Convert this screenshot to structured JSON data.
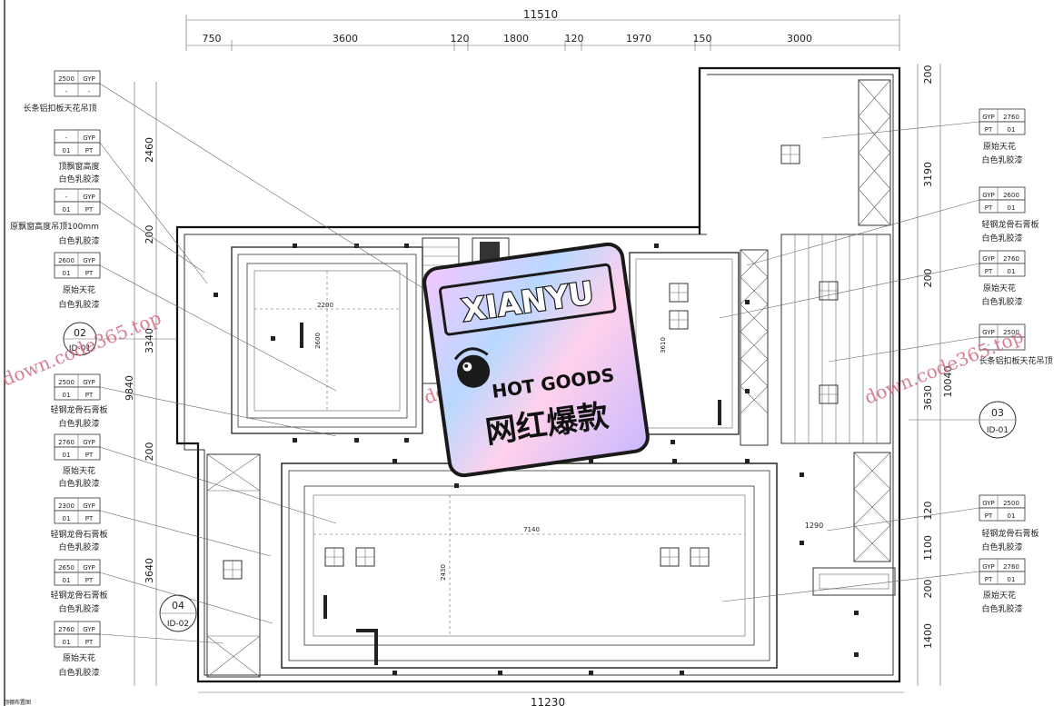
{
  "dimensions": {
    "top_total": "11510",
    "top_segments": [
      "750",
      "3600",
      "120",
      "1800",
      "120",
      "1970",
      "150",
      "3000"
    ],
    "bottom_total": "11230",
    "left_segments": [
      "2460",
      "200",
      "3340",
      "9840",
      "200",
      "3640"
    ],
    "right_segments": [
      "200",
      "3190",
      "200",
      "3630",
      "10040",
      "120",
      "1100",
      "200",
      "1400"
    ]
  },
  "left_annotations": [
    {
      "tag": [
        "2500",
        "GYP",
        "-",
        "-"
      ],
      "desc": [
        "长条铝扣板天花吊顶"
      ]
    },
    {
      "tag": [
        "-",
        "GYP",
        "01",
        "PT"
      ],
      "desc": [
        "顶飘窗高度",
        "白色乳胶漆"
      ]
    },
    {
      "tag": [
        "-",
        "GYP",
        "01",
        "PT"
      ],
      "desc": [
        "原飘窗高度吊顶100mm",
        "白色乳胶漆"
      ]
    },
    {
      "tag": [
        "2600",
        "GYP",
        "01",
        "PT"
      ],
      "desc": [
        "原始天花",
        "白色乳胶漆"
      ]
    },
    {
      "tag": [
        "2500",
        "GYP",
        "01",
        "PT"
      ],
      "desc": [
        "轻钢龙骨石膏板",
        "白色乳胶漆"
      ]
    },
    {
      "tag": [
        "2760",
        "GYP",
        "01",
        "PT"
      ],
      "desc": [
        "原始天花",
        "白色乳胶漆"
      ]
    },
    {
      "tag": [
        "2300",
        "GYP",
        "01",
        "PT"
      ],
      "desc": [
        "轻钢龙骨石膏板",
        "白色乳胶漆"
      ]
    },
    {
      "tag": [
        "2650",
        "GYP",
        "01",
        "PT"
      ],
      "desc": [
        "轻钢龙骨石膏板",
        "白色乳胶漆"
      ]
    },
    {
      "tag": [
        "2760",
        "GYP",
        "01",
        "PT"
      ],
      "desc": [
        "原始天花",
        "白色乳胶漆"
      ]
    }
  ],
  "right_annotations": [
    {
      "tag": [
        "GYP",
        "2760",
        "PT",
        "01"
      ],
      "desc": [
        "原始天花",
        "白色乳胶漆"
      ]
    },
    {
      "tag": [
        "GYP",
        "2600",
        "PT",
        "01"
      ],
      "desc": [
        "轻钢龙骨石膏板",
        "白色乳胶漆"
      ]
    },
    {
      "tag": [
        "GYP",
        "2760",
        "PT",
        "01"
      ],
      "desc": [
        "原始天花",
        "白色乳胶漆"
      ]
    },
    {
      "tag": [
        "GYP",
        "2500",
        "-",
        "-"
      ],
      "desc": [
        "长条铝扣板天花吊顶"
      ]
    },
    {
      "tag": [
        "GYP",
        "2500",
        "PT",
        "01"
      ],
      "desc": [
        "轻钢龙骨石膏板",
        "白色乳胶漆"
      ]
    },
    {
      "tag": [
        "GYP",
        "2760",
        "PT",
        "01"
      ],
      "desc": [
        "原始天花",
        "白色乳胶漆"
      ]
    }
  ],
  "section_markers": [
    {
      "num": "02",
      "ref": "ID-01"
    },
    {
      "num": "03",
      "ref": "ID-01"
    },
    {
      "num": "04",
      "ref": "ID-02"
    }
  ],
  "room_dims": {
    "room_a_width": "2200",
    "room_a_height": "2600",
    "room_c_height": "3610",
    "room_d_width": "7140",
    "room_d_height": "2430",
    "side_dim": "1290"
  },
  "badge": {
    "title": "XIANYU",
    "line1": "HOT GOODS",
    "line2": "网红爆款"
  },
  "watermark": "down.code365.top",
  "footer_note": "顶棚布置图",
  "colors": {
    "line": "#333333",
    "badge_border": "#1a1a1a",
    "watermark": "#d0607a"
  }
}
